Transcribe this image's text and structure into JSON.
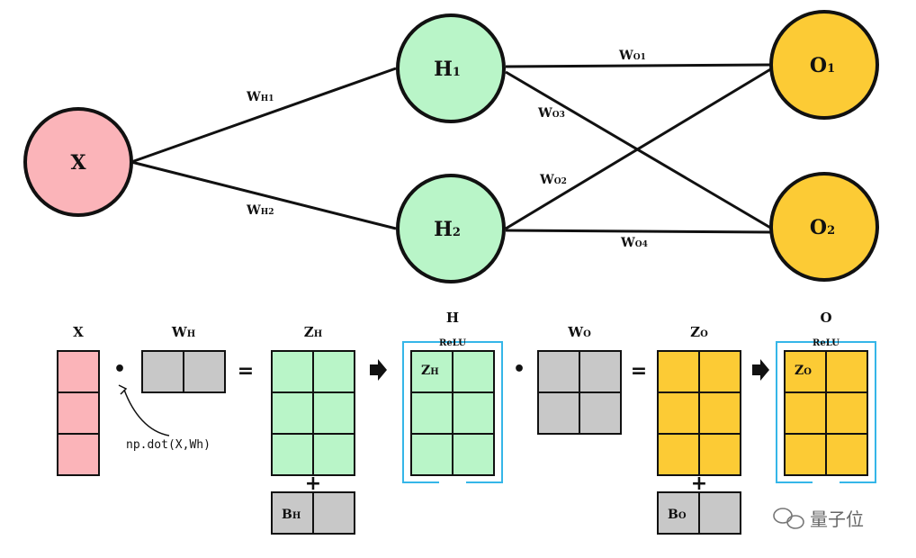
{
  "network": {
    "nodes": {
      "x": {
        "label": "X"
      },
      "h1": {
        "label": "H",
        "sub": "1"
      },
      "h2": {
        "label": "H",
        "sub": "2"
      },
      "o1": {
        "label": "O",
        "sub": "1"
      },
      "o2": {
        "label": "O",
        "sub": "2"
      }
    },
    "weights": {
      "wh1": {
        "main": "W",
        "sub": "H1"
      },
      "wh2": {
        "main": "W",
        "sub": "H2"
      },
      "wo1": {
        "main": "W",
        "sub": "O1"
      },
      "wo2": {
        "main": "W",
        "sub": "O2"
      },
      "wo3": {
        "main": "W",
        "sub": "O3"
      },
      "wo4": {
        "main": "W",
        "sub": "O4"
      }
    }
  },
  "matrices": {
    "x_head": "X",
    "wh_head": {
      "main": "W",
      "sub": "H"
    },
    "zh_head": {
      "main": "Z",
      "sub": "H"
    },
    "h_head": "H",
    "wo_head": {
      "main": "W",
      "sub": "O"
    },
    "zo_head": {
      "main": "Z",
      "sub": "O"
    },
    "o_head": "O",
    "relu": "ReLU",
    "zh_inner": {
      "main": "Z",
      "sub": "H"
    },
    "zo_inner": {
      "main": "Z",
      "sub": "O"
    },
    "bh": {
      "main": "B",
      "sub": "H"
    },
    "bo": {
      "main": "B",
      "sub": "O"
    },
    "dot": "•",
    "equals": "=",
    "plus": "+",
    "code_note": "np.dot(X,Wh)"
  },
  "colors": {
    "x_fill": "#FBB4B9",
    "h_fill": "#B9F5C8",
    "o_fill": "#FCCB35",
    "weight_fill": "#C8C8C8",
    "relu_bracket": "#35B6E8"
  },
  "watermark": "量子位"
}
